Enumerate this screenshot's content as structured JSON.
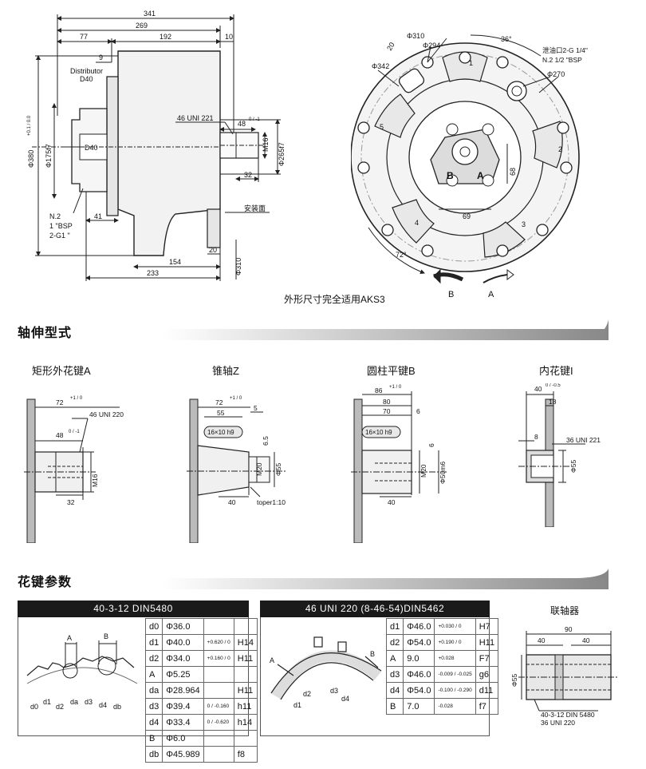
{
  "main_drawing": {
    "dims": {
      "d341": "341",
      "d269": "269",
      "d77": "77",
      "d192": "192",
      "d10": "10",
      "d9": "9",
      "distributor": "Distributor",
      "d40a": "D40",
      "d40b": "D40",
      "spline_ref": "46 UNI 221",
      "d48": "48",
      "d48tol": "0 / -1",
      "m16": "M16",
      "d265": "Φ265f7",
      "d32": "32",
      "d380": "Φ380",
      "d380tol": "+0.1 / 0.0",
      "d175": "Φ175f7",
      "port_label_1": "N.2",
      "port_label_2": "1 \"BSP",
      "port_label_3": "2-G1 \"",
      "d41": "41",
      "mount_face": "安装面",
      "d20": "20",
      "d154": "154",
      "d233": "233",
      "d310v": "Φ310"
    },
    "caption": "外形尺寸完全适用AKS3"
  },
  "front_view": {
    "d310": "Φ310",
    "d294": "Φ294",
    "d342": "Φ342",
    "d20": "20",
    "d36": "36°",
    "drain_1": "泄油口2-G 1/4\"",
    "drain_2": "N.2 1/2 \"BSP",
    "d270": "Φ270",
    "n1": "1",
    "n2": "2",
    "n3": "3",
    "n4": "4",
    "n5": "5",
    "d68": "68",
    "d69": "69",
    "d72": "72°",
    "port_b": "B",
    "port_a": "A",
    "rot_b": "B",
    "rot_a": "A"
  },
  "section1": {
    "title": "轴伸型式"
  },
  "shafts": {
    "a": {
      "title": "矩形外花键A",
      "d72": "72",
      "d72tol": "+1 / 0",
      "spline": "46 UNI 220",
      "d48": "48",
      "d48tol": "0 / -1",
      "d32": "32",
      "m16": "M16"
    },
    "z": {
      "title": "锥轴Z",
      "d72": "72",
      "d72tol": "+1 / 0",
      "d55": "55",
      "d5": "5",
      "key": "16×10 h9",
      "d65": "6.5",
      "m20": "M20",
      "phi55": "Φ55",
      "d40": "40",
      "taper": "toper1:10"
    },
    "b": {
      "title": "圆柱平键B",
      "d86": "86",
      "d86tol": "+1 / 0",
      "d80": "80",
      "d70": "70",
      "d6a": "6",
      "key": "16×10 h9",
      "d6b": "6",
      "m20": "M20",
      "phi50": "Φ50m6",
      "d40": "40"
    },
    "i": {
      "title": "内花键I",
      "d40": "40",
      "d40tol": "0 / -0.5",
      "d18": "18",
      "d8": "8",
      "spline": "36 UNI 221",
      "phi55": "Φ55"
    }
  },
  "section2": {
    "title": "花键参数"
  },
  "table1": {
    "header": "40-3-12  DIN5480",
    "labels": {
      "A": "A",
      "B": "B",
      "d0": "d0",
      "d1": "d1",
      "d2": "d2",
      "da": "da",
      "d3": "d3",
      "d4": "d4",
      "db": "db"
    },
    "rows": [
      {
        "k": "d0",
        "v": "Φ36.0",
        "tol": "",
        "cls": ""
      },
      {
        "k": "d1",
        "v": "Φ40.0",
        "tol": "+0.620 / 0",
        "cls": "H14"
      },
      {
        "k": "d2",
        "v": "Φ34.0",
        "tol": "+0.160 / 0",
        "cls": "H11"
      },
      {
        "k": "A",
        "v": "Φ5.25",
        "tol": "",
        "cls": ""
      },
      {
        "k": "da",
        "v": "Φ28.964",
        "tol": "",
        "cls": "H11"
      },
      {
        "k": "d3",
        "v": "Φ39.4",
        "tol": "0 / -0.160",
        "cls": "h11"
      },
      {
        "k": "d4",
        "v": "Φ33.4",
        "tol": "0 / -0.620",
        "cls": "h14"
      },
      {
        "k": "B",
        "v": "Φ6.0",
        "tol": "",
        "cls": ""
      },
      {
        "k": "db",
        "v": "Φ45.989",
        "tol": "",
        "cls": "f8"
      }
    ]
  },
  "table2": {
    "header": "46 UNI 220 (8-46-54)DIN5462",
    "labels": {
      "A": "A",
      "B": "B",
      "d1": "d1",
      "d2": "d2",
      "d3": "d3",
      "d4": "d4"
    },
    "rows": [
      {
        "k": "d1",
        "v": "Φ46.0",
        "tol": "+0.030 / 0",
        "cls": "H7"
      },
      {
        "k": "d2",
        "v": "Φ54.0",
        "tol": "+0.190 / 0",
        "cls": "H11"
      },
      {
        "k": "A",
        "v": "9.0",
        "tol": "+0.028",
        "cls": "F7"
      },
      {
        "k": "d3",
        "v": "Φ46.0",
        "tol": "-0.009 / -0.025",
        "cls": "g6"
      },
      {
        "k": "d4",
        "v": "Φ54.0",
        "tol": "-0.100 / -0.290",
        "cls": "d11"
      },
      {
        "k": "B",
        "v": "7.0",
        "tol": "-0.028",
        "cls": "f7"
      }
    ]
  },
  "coupling": {
    "title": "联轴器",
    "d90": "90",
    "d40a": "40",
    "d40b": "40",
    "phi55": "Φ55",
    "spec1": "40-3-12 DIN 5480",
    "spec2": "36 UNI 220"
  }
}
